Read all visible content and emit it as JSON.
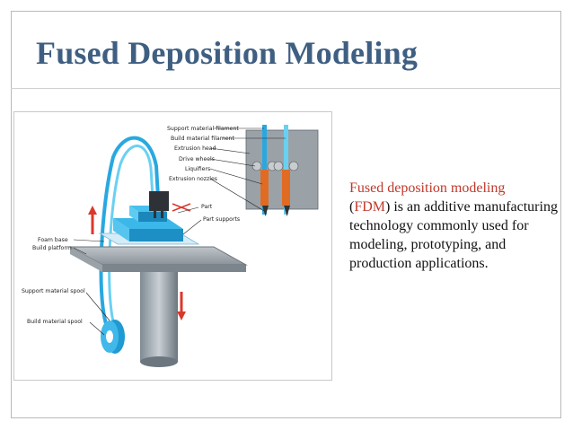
{
  "slide": {
    "title": "Fused Deposition Modeling"
  },
  "diagram": {
    "labels": {
      "support_filament": "Support material filament",
      "build_filament": "Build material filament",
      "extrusion_head": "Extrusion head",
      "drive_wheels": "Drive wheels",
      "liquifiers": "Liquifiers",
      "extrusion_nozzles": "Extrusion nozzles",
      "part": "Part",
      "part_supports": "Part supports",
      "foam_base": "Foam base",
      "build_platform": "Build platform",
      "support_spool": "Support material spool",
      "build_spool": "Build material spool"
    }
  },
  "description": {
    "term": "Fused deposition modeling",
    "abbr_open": "(",
    "abbr": "FDM",
    "abbr_close": ")",
    "text": " is an additive manufacturing technology commonly used for modeling, prototyping, and production applications."
  },
  "colors": {
    "title": "#3f5f82",
    "term": "#c0392b",
    "filament_blue": "#29a8e0",
    "arrow_red": "#d9382c"
  }
}
